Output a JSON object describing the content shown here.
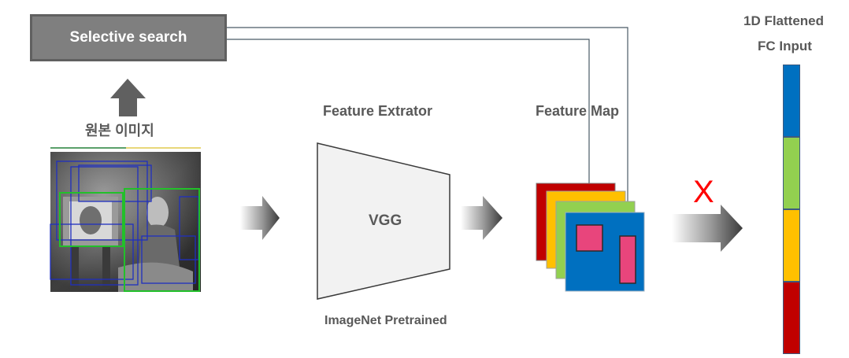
{
  "selective_search": {
    "label": "Selective search"
  },
  "source_image": {
    "label": "원본 이미지"
  },
  "extractor": {
    "title": "Feature Extrator",
    "model": "VGG",
    "subtitle": "ImageNet Pretrained"
  },
  "feature_map": {
    "title": "Feature Map",
    "mark": "X"
  },
  "fc_input": {
    "title_line1": "1D Flattened",
    "title_line2": "FC Input",
    "segments": [
      {
        "color": "#0070c0"
      },
      {
        "color": "#92d050"
      },
      {
        "color": "#ffc000"
      },
      {
        "color": "#c00000"
      }
    ]
  },
  "colors": {
    "box_gray": "#7f7f7f",
    "arrow_dark": "#404040",
    "map_red": "#c00000",
    "map_orange": "#ffc000",
    "map_green": "#92d050",
    "map_blue": "#0070c0",
    "roi_pink": "#e8457c",
    "x_red": "#ff0000"
  }
}
